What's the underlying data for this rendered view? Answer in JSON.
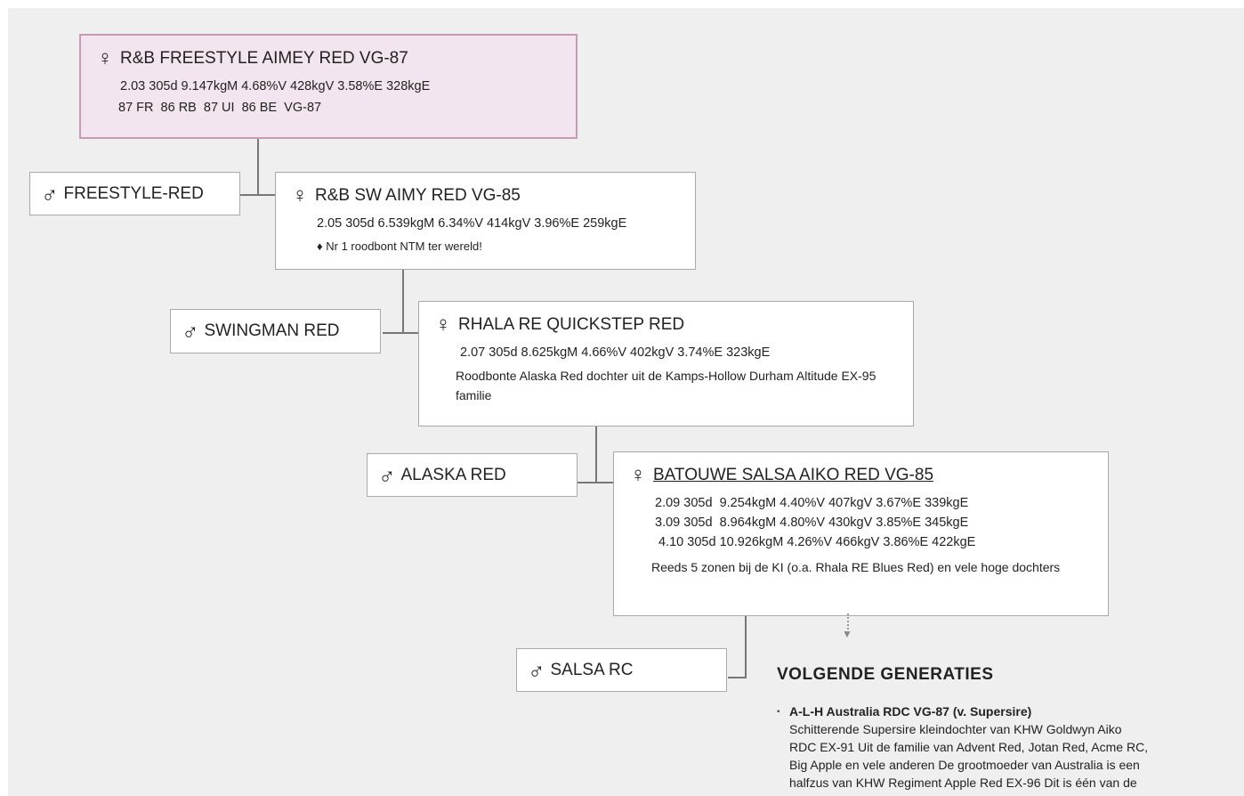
{
  "symbols": {
    "female": "♀",
    "male": "♂"
  },
  "gen1": {
    "name": "R&B FREESTYLE AIMEY RED VG-87",
    "stats": [
      "2.03 305d 9.147kgM 4.68%V 428kgV 3.58%E 328kgE"
    ],
    "scores": "87 FR  86 RB  87 UI  86 BE  VG-87",
    "sire": "FREESTYLE-RED"
  },
  "gen2": {
    "name": "R&B SW AIMY RED VG-85",
    "stats": [
      "2.05 305d 6.539kgM 6.34%V 414kgV 3.96%E 259kgE"
    ],
    "note": "♦ Nr 1 roodbont NTM ter wereld!",
    "sire": "SWINGMAN RED"
  },
  "gen3": {
    "name": "RHALA RE QUICKSTEP RED",
    "stats": [
      "2.07 305d 8.625kgM 4.66%V 402kgV 3.74%E 323kgE"
    ],
    "note": "Roodbonte Alaska Red dochter uit de Kamps-Hollow Durham Altitude EX-95 familie",
    "sire": "ALASKA RED"
  },
  "gen4": {
    "name": "BATOUWE SALSA AIKO RED VG-85",
    "stats": [
      "2.09 305d  9.254kgM 4.40%V 407kgV 3.67%E 339kgE",
      "3.09 305d  8.964kgM 4.80%V 430kgV 3.85%E 345kgE",
      " 4.10 305d 10.926kgM 4.26%V 466kgV 3.86%E 422kgE"
    ],
    "note": "Reeds 5 zonen bij de KI (o.a. Rhala RE Blues Red) en vele hoge dochters",
    "sire": "SALSA RC"
  },
  "volgende": {
    "title": "VOLGENDE GENERATIES",
    "items": [
      {
        "head": "A-L-H Australia RDC VG-87 (v. Supersire)",
        "text": "Schitterende Supersire kleindochter van KHW Goldwyn Aiko RDC EX-91 Uit de familie van Advent Red, Jotan Red, Acme RC, Big Apple en vele anderen De grootmoeder van Australia is een halfzus van KHW Regiment Apple Red EX-96 Dit is één van de"
      }
    ]
  }
}
